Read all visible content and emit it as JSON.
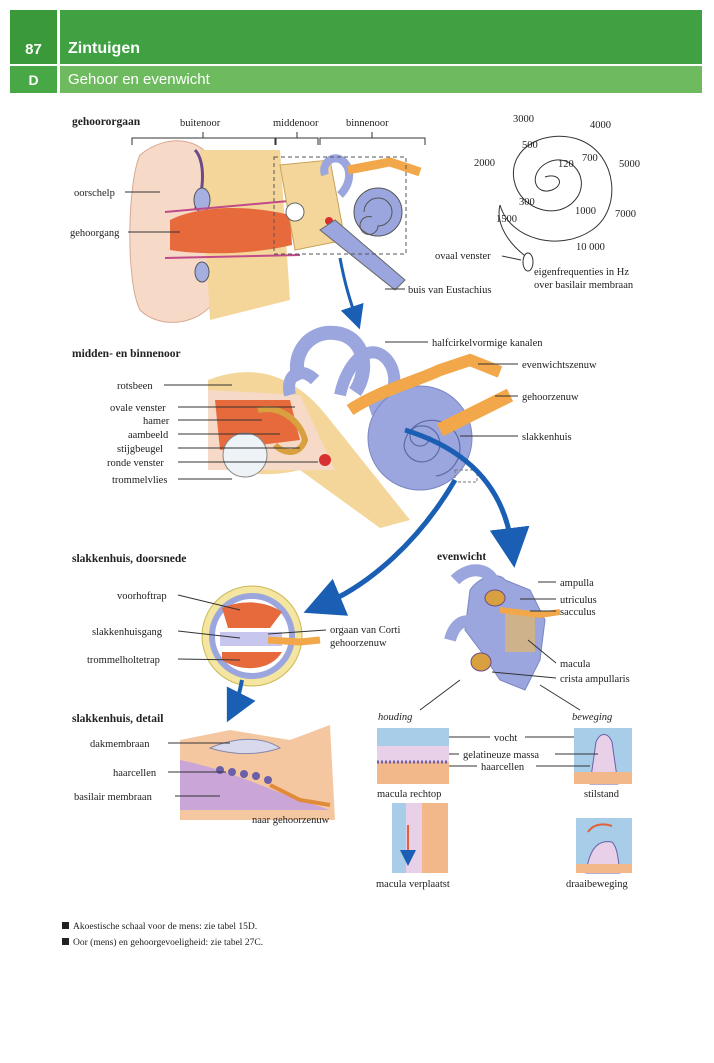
{
  "header": {
    "number": "87",
    "title": "Zintuigen",
    "section_letter": "D",
    "subtitle": "Gehoor en evenwicht"
  },
  "gehoororgaan": {
    "heading": "gehoororgaan",
    "regions": [
      "buitenoor",
      "middenoor",
      "binnenoor"
    ],
    "labels": [
      "oorschelp",
      "gehoorgang",
      "buis van Eustachius"
    ]
  },
  "spiral": {
    "frequencies": [
      "3000",
      "4000",
      "500",
      "2000",
      "700",
      "5000",
      "120",
      "300",
      "1000",
      "7000",
      "1500",
      "10 000"
    ],
    "oval_label": "ovaal venster",
    "caption_line1": "eigenfrequenties in Hz",
    "caption_line2": "over basilair membraan"
  },
  "midden_binnen": {
    "heading": "midden- en binnenoor",
    "left_labels": [
      "rotsbeen",
      "ovale venster",
      "hamer",
      "aambeeld",
      "stijgbeugel",
      "ronde venster",
      "trommelvlies"
    ],
    "right_labels": [
      "halfcirkelvormige kanalen",
      "evenwichtszenuw",
      "gehoorzenuw",
      "slakkenhuis"
    ]
  },
  "doorsnede": {
    "heading": "slakkenhuis, doorsnede",
    "left_labels": [
      "voorhoftrap",
      "slakkenhuisgang",
      "trommelholtetrap"
    ],
    "right_labels": [
      "orgaan van Corti",
      "gehoorzenuw"
    ]
  },
  "evenwicht": {
    "heading": "evenwicht",
    "labels": [
      "ampulla",
      "utriculus",
      "sacculus",
      "macula",
      "crista ampullaris"
    ]
  },
  "detail": {
    "heading": "slakkenhuis, detail",
    "labels": [
      "dakmembraan",
      "haarcellen",
      "basilair membraan",
      "naar gehoorzenuw"
    ]
  },
  "macula_panels": {
    "houding": "houding",
    "beweging": "beweging",
    "center_labels": [
      "vocht",
      "gelatineuze massa",
      "haarcellen"
    ],
    "captions": [
      "macula rechtop",
      "stilstand",
      "macula verplaatst",
      "draaibeweging"
    ]
  },
  "footnotes": [
    "Akoestische schaal voor de mens: zie tabel 15D.",
    "Oor (mens) en gehoorgevoeligheid: zie tabel 27C."
  ],
  "colors": {
    "header_green": "#3fa142",
    "subheader_green": "#6dbb5e",
    "skin": "#f7d9c8",
    "bone": "#f4d69a",
    "labyrinth_blue": "#9aa6dd",
    "nerve_orange": "#f2a84a",
    "canal_red": "#e76a3c",
    "arrow_blue": "#1a5fb4"
  }
}
